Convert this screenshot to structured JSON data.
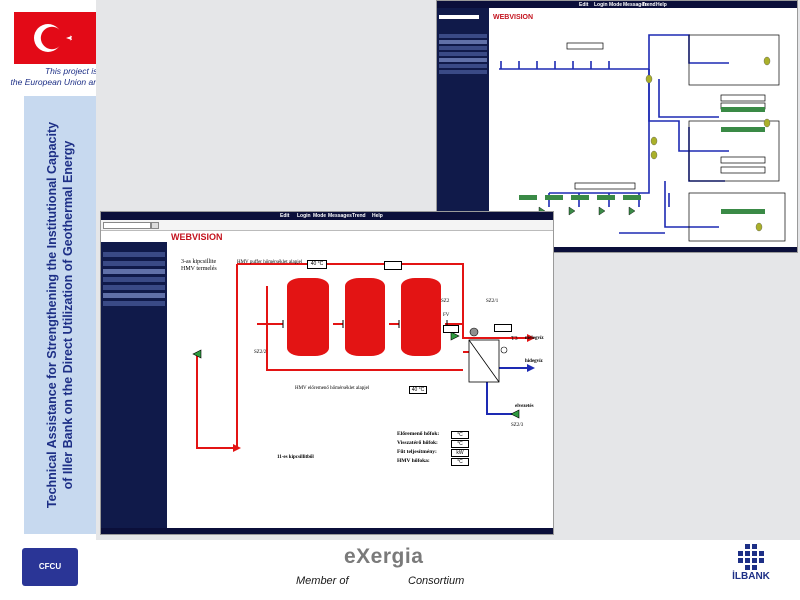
{
  "cofinance": {
    "line1": "This project is co-financed by",
    "line2": "the European Union and the Republic of Turkey"
  },
  "banner": {
    "line1": "Technical Assistance for Strengthening the Institutional Capacity",
    "line2": "of Iller Bank on the Direct Utilization of Geothermal Energy"
  },
  "footer": {
    "member_of": "Member of",
    "consortium": "Consortium",
    "cfcu_logo": "CFCU",
    "exergia_logo": "eXergia",
    "ilbank_logo": "İLBANK"
  },
  "main_screen": {
    "logo": "WEBVISION",
    "menu": [
      "Edit",
      "Login",
      "Mode",
      "Messages",
      "Trend",
      "Help"
    ],
    "title_line1": "3-as kipcsillite",
    "title_line2": "HMV termelés",
    "top_label": "HMV puffer hőmérséklet alapjel",
    "top_value": "40 °C",
    "mid_label": "HMV előremenő hőmérséklet alapjel",
    "mid_value": "40 °C",
    "sz2": "SZ2",
    "sz21": "SZ2/1",
    "sz22": "SZ2/2",
    "sz23": "SZ2/3",
    "fv": "FV",
    "t3": "T3",
    "label_return": "11-es kipcsillitből",
    "label_melegvíz": "melegvíz",
    "label_hidegvíz": "hidegvíz",
    "label_elvezetés": "elvezetés",
    "stats": [
      {
        "label": "Előremenő hőfok:",
        "value": "°C"
      },
      {
        "label": "Visszatérő hőfok:",
        "value": "°C"
      },
      {
        "label": "Fűt teljesítmény:",
        "value": "kW"
      },
      {
        "label": "HMV hőfoka:",
        "value": "°C"
      }
    ]
  },
  "top_screen": {
    "logo": "WEBVISION",
    "menu": [
      "Edit",
      "Login",
      "Mode",
      "Messages",
      "Trend",
      "Help"
    ]
  },
  "colors": {
    "tank": "#e31414",
    "pipe_hot": "#e31414",
    "pipe_cold": "#1d2ab3",
    "ui_navy": "#0b0f3a"
  }
}
